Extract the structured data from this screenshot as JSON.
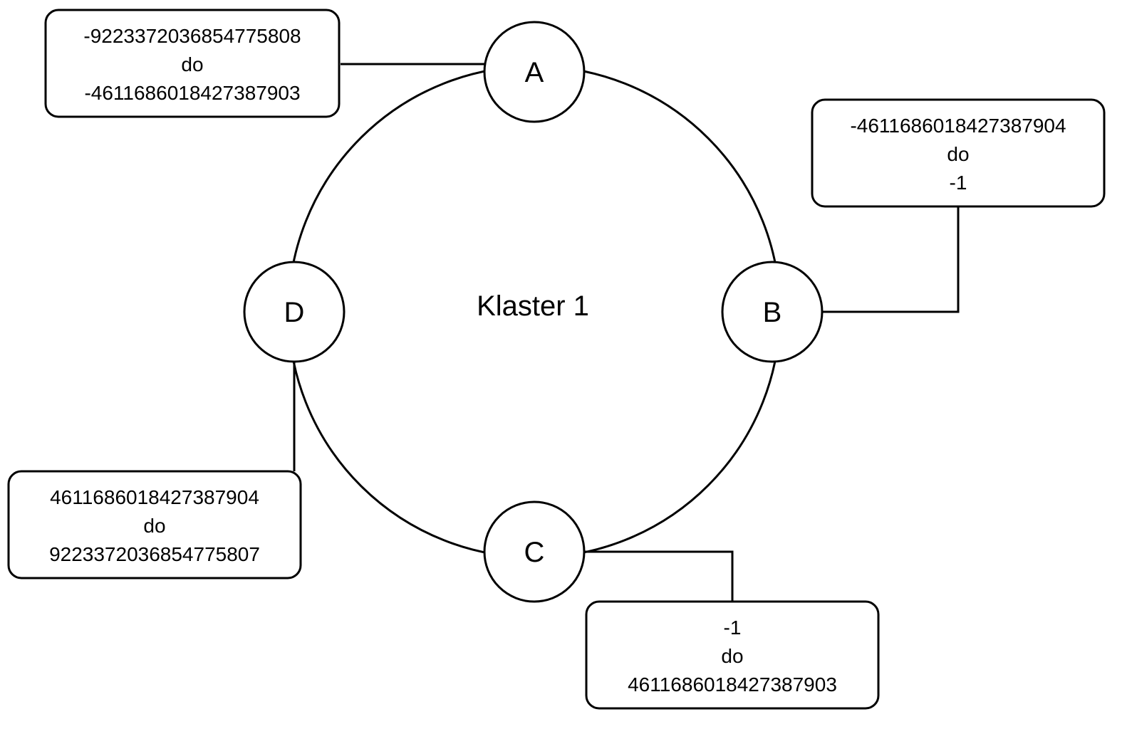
{
  "cluster": {
    "title": "Klaster 1"
  },
  "nodes": {
    "a": {
      "label": "A"
    },
    "b": {
      "label": "B"
    },
    "c": {
      "label": "C"
    },
    "d": {
      "label": "D"
    }
  },
  "ranges": {
    "a": {
      "from": "-9223372036854775808",
      "sep": "do",
      "to": "-4611686018427387903"
    },
    "b": {
      "from": "-4611686018427387904",
      "sep": "do",
      "to": "-1"
    },
    "c": {
      "from": "-1",
      "sep": "do",
      "to": "4611686018427387903"
    },
    "d": {
      "from": "4611686018427387904",
      "sep": "do",
      "to": "9223372036854775807"
    }
  },
  "colors": {
    "stroke": "#000000",
    "fill": "#ffffff"
  }
}
